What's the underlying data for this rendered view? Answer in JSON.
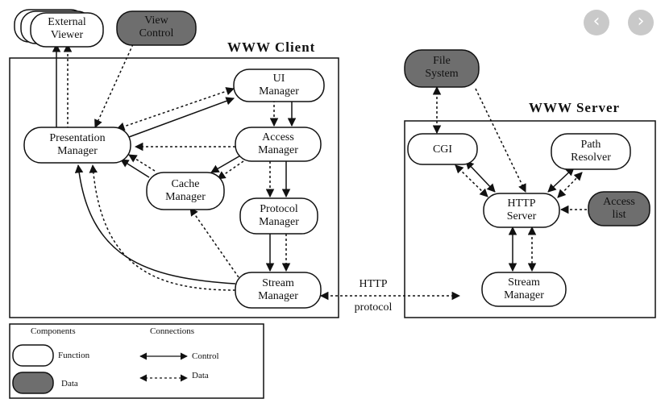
{
  "client_title": "WWW Client",
  "server_title": "WWW Server",
  "nodes": {
    "external_viewer": "External\nViewer",
    "view_control": "View\nControl",
    "ui_manager": "UI\nManager",
    "presentation_manager": "Presentation\nManager",
    "access_manager": "Access\nManager",
    "cache_manager": "Cache\nManager",
    "protocol_manager": "Protocol\nManager",
    "stream_manager_client": "Stream\nManager",
    "file_system": "File\nSystem",
    "cgi": "CGI",
    "path_resolver": "Path\nResolver",
    "http_server": "HTTP\nServer",
    "access_list": "Access\nlist",
    "stream_manager_server": "Stream\nManager"
  },
  "link_label": {
    "line1": "HTTP",
    "line2": "protocol"
  },
  "legend": {
    "components_heading": "Components",
    "connections_heading": "Connections",
    "function_label": "Function",
    "data_label": "Data",
    "control_label": "Control",
    "data_connection_label": "Data"
  },
  "colors": {
    "data_fill": "#6e6e6e",
    "function_fill": "#ffffff",
    "stroke": "#111111"
  },
  "nav": {
    "prev_icon": "chevron-left-icon",
    "next_icon": "chevron-right-icon"
  }
}
